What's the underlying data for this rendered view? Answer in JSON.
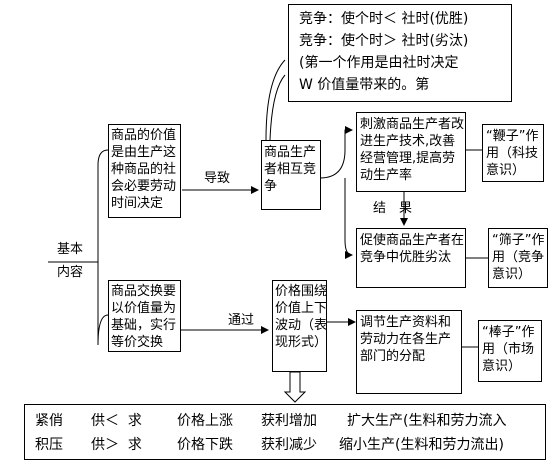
{
  "root": {
    "label_line1": "基本",
    "label_line2": "内容"
  },
  "value_box": {
    "text": "商品的价值是由生产这种商品的社会必要劳动时间决定"
  },
  "lead_label": "导致",
  "competition_box": {
    "text": "商品生产者相互竞争"
  },
  "top_note": {
    "line1": "竞争：使个时＜ 社时(优胜)",
    "line2": "竞争：使个时＞ 社时(劣汰)",
    "line3": "(第一个作用是由社时决定",
    "line4": "W 价值量带来的。第"
  },
  "stimulate_box": {
    "text": "刺激商品生产者改进生产技术,改善经营管理,提高劳动生产率"
  },
  "whip_box": {
    "text": "“鞭子”作用（科技意识）"
  },
  "result_label": "结　果",
  "survival_box": {
    "text": "促使商品生产者在竞争中优胜劣汰"
  },
  "sieve_box": {
    "text": "“筛子”作用（竞争意识）"
  },
  "exchange_box": {
    "text": "商品交换要以价值量为基础，实行等价交换"
  },
  "through_label": "通过",
  "price_box": {
    "text": "价格围绕价值上下波动（表现形式）"
  },
  "regulate_box": {
    "text": "调节生产资料和劳动力在各生产部门的分配"
  },
  "stick_box": {
    "text": "“棒子”作用（市场意识）"
  },
  "bottom": {
    "row1": [
      "紧俏",
      "供＜  求",
      "价格上涨",
      "获利增加",
      "扩大生产(生料和劳力流入"
    ],
    "row2": [
      "积压",
      "供＞  求",
      "价格下跌",
      "获利减少",
      "缩小生产(生料和劳力流出)"
    ]
  }
}
